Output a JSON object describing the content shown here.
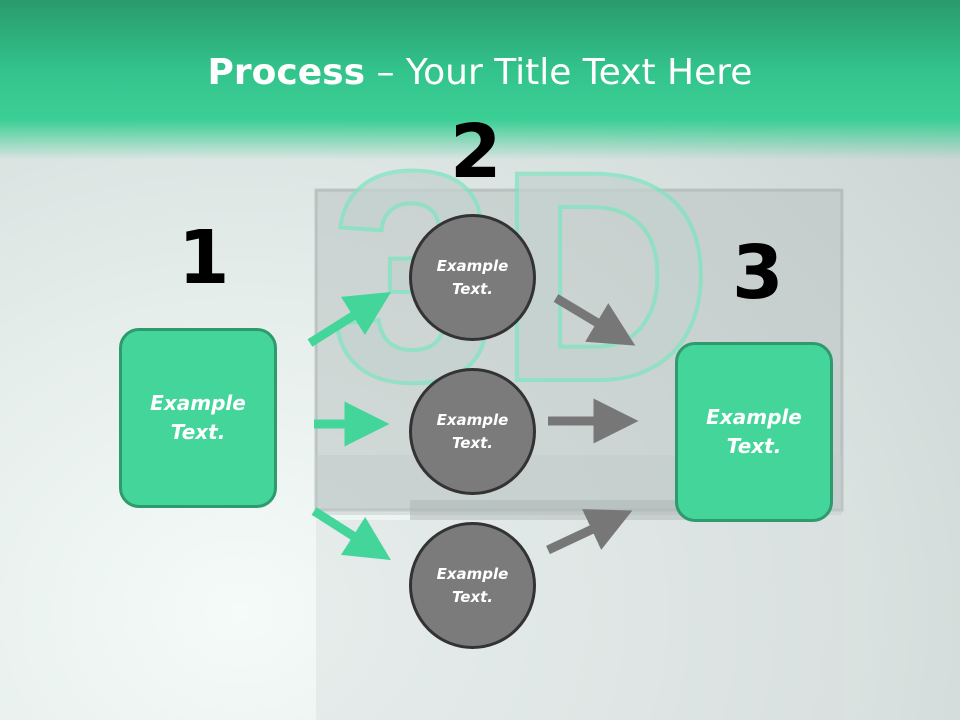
{
  "slide": {
    "title_bold": "Process",
    "title_rest": " – Your Title Text Here",
    "background_watermark": "3D"
  },
  "steps": [
    {
      "number": "1",
      "text": "Example Text."
    },
    {
      "number": "2",
      "text": "Example Text."
    },
    {
      "number": "3",
      "text": "Example Text."
    }
  ],
  "circles": [
    {
      "text": "Example Text."
    },
    {
      "text": "Example Text."
    },
    {
      "text": "Example Text."
    }
  ],
  "colors": {
    "accent_green": "#44d59b",
    "box_border": "#2e9a6d",
    "circle_fill": "#7b7b7b",
    "arrow_gray": "#777777"
  }
}
